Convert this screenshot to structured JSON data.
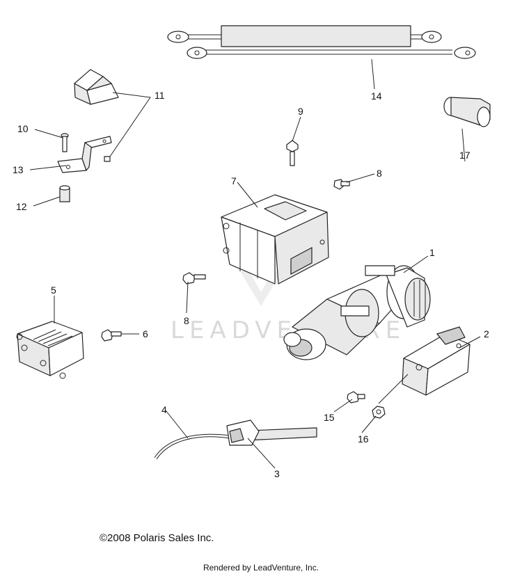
{
  "callouts": {
    "c1": "1",
    "c2": "2",
    "c3": "3",
    "c4": "4",
    "c5": "5",
    "c6": "6",
    "c7": "7",
    "c8a": "8",
    "c8b": "8",
    "c9": "9",
    "c10": "10",
    "c11": "11",
    "c12": "12",
    "c13": "13",
    "c14": "14",
    "c15": "15",
    "c16": "16",
    "c17": "17"
  },
  "watermark": "LEADVENTURE",
  "copyright": "©2008 Polaris Sales Inc.",
  "footer": "Rendered by LeadVenture, Inc."
}
